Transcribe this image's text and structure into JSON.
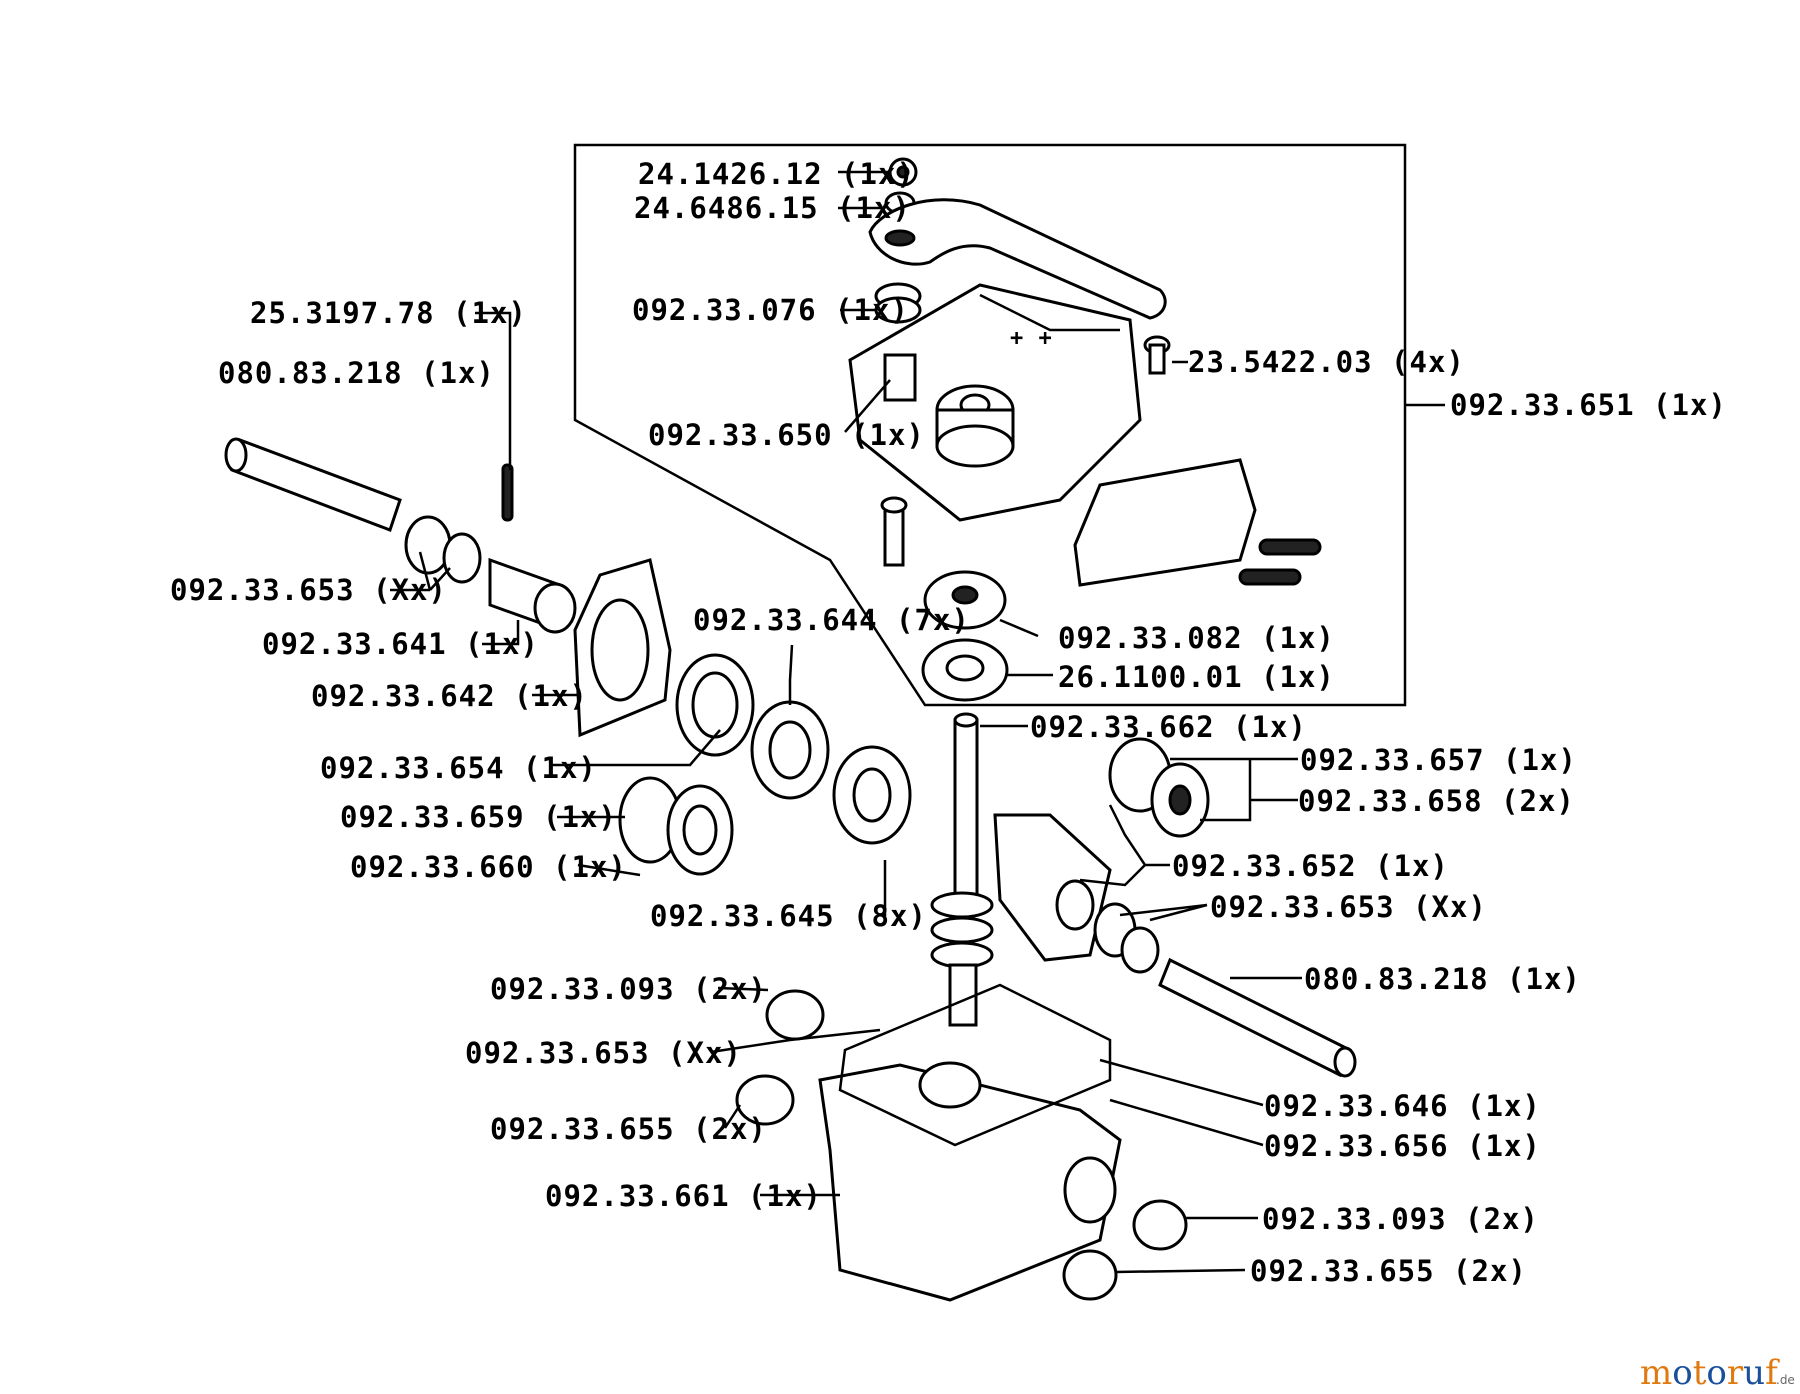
{
  "labels": {
    "p_24_1426_12": "24.1426.12 (1x)",
    "p_24_6486_15": "24.6486.15 (1x)",
    "p_092_33_076": "092.33.076 (1x)",
    "p_23_5422_03": "23.5422.03 (4x)",
    "p_092_33_651": "092.33.651 (1x)",
    "p_092_33_650": "092.33.650 (1x)",
    "p_25_3197_78": "25.3197.78 (1x)",
    "p_080_83_218_left": "080.83.218 (1x)",
    "p_092_33_653_a": "092.33.653 (Xx)",
    "p_092_33_641": "092.33.641 (1x)",
    "p_092_33_644": "092.33.644 (7x)",
    "p_092_33_082": "092.33.082 (1x)",
    "p_26_1100_01": "26.1100.01 (1x)",
    "p_092_33_642": "092.33.642 (1x)",
    "p_092_33_662": "092.33.662 (1x)",
    "p_092_33_657": "092.33.657 (1x)",
    "p_092_33_654": "092.33.654 (1x)",
    "p_092_33_658": "092.33.658 (2x)",
    "p_092_33_659": "092.33.659 (1x)",
    "p_092_33_652": "092.33.652 (1x)",
    "p_092_33_660": "092.33.660 (1x)",
    "p_092_33_653_b": "092.33.653 (Xx)",
    "p_092_33_645": "092.33.645 (8x)",
    "p_080_83_218_right": "080.83.218 (1x)",
    "p_092_33_093_a": "092.33.093 (2x)",
    "p_092_33_653_c": "092.33.653 (Xx)",
    "p_092_33_646": "092.33.646 (1x)",
    "p_092_33_655_a": "092.33.655 (2x)",
    "p_092_33_656": "092.33.656 (1x)",
    "p_092_33_661": "092.33.661 (1x)",
    "p_092_33_093_b": "092.33.093 (2x)",
    "p_092_33_655_b": "092.33.655 (2x)"
  },
  "watermark": {
    "brand": "motoruf",
    "suffix": ".de",
    "colors": {
      "m": "#e07a10",
      "o1": "#1a4f9c",
      "t": "#e07a10",
      "o2": "#1a4f9c",
      "r": "#e07a10",
      "u": "#1a4f9c",
      "f": "#e07a10",
      "suffix": "#666666"
    }
  }
}
